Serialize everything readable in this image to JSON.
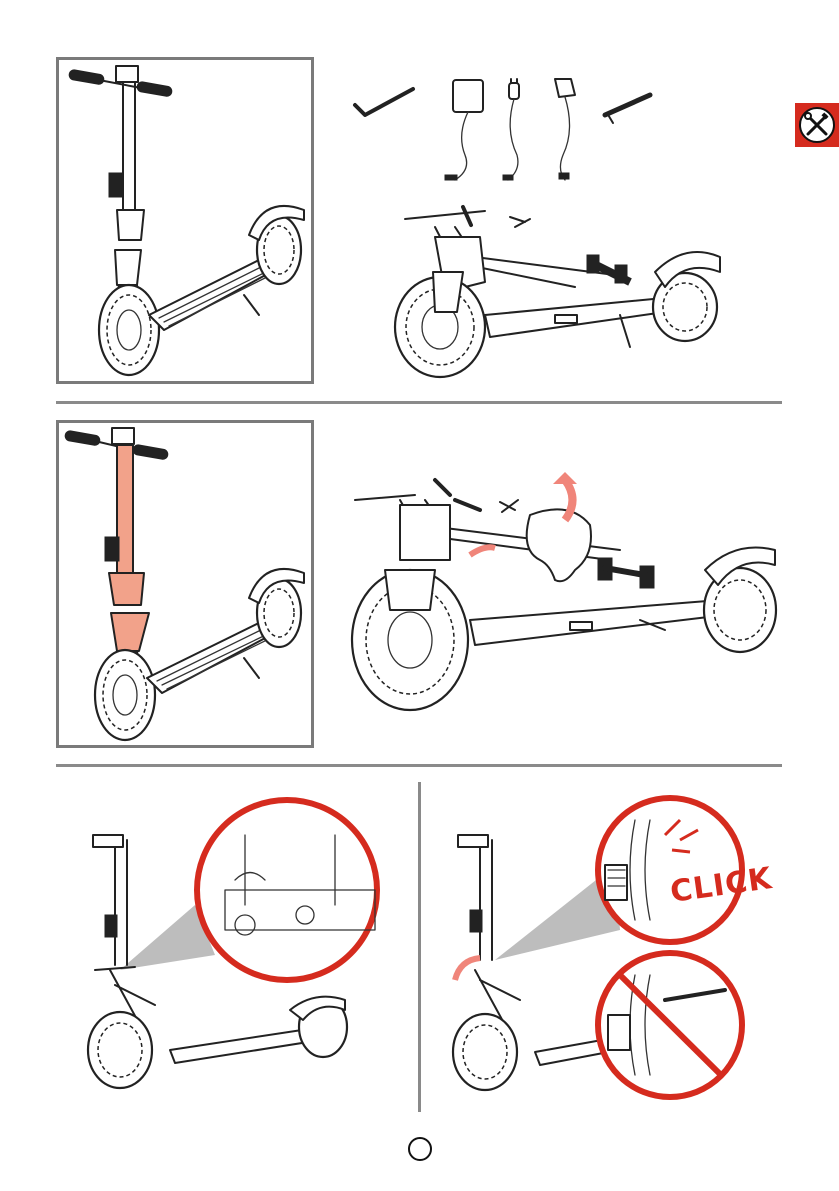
{
  "header": {
    "tab_icon": "tools-icon",
    "tab_color": "#d52b1e"
  },
  "section1": {
    "accessories": [
      "hex-key",
      "charger",
      "eu-plug-cable",
      "uk-plug-cable",
      "axle-bolt"
    ]
  },
  "section2": {
    "highlight_color": "#f2a28a"
  },
  "section3": {
    "click_label": "CLICK",
    "accent_color": "#d52b1e"
  },
  "footer": {
    "page_number": ""
  }
}
